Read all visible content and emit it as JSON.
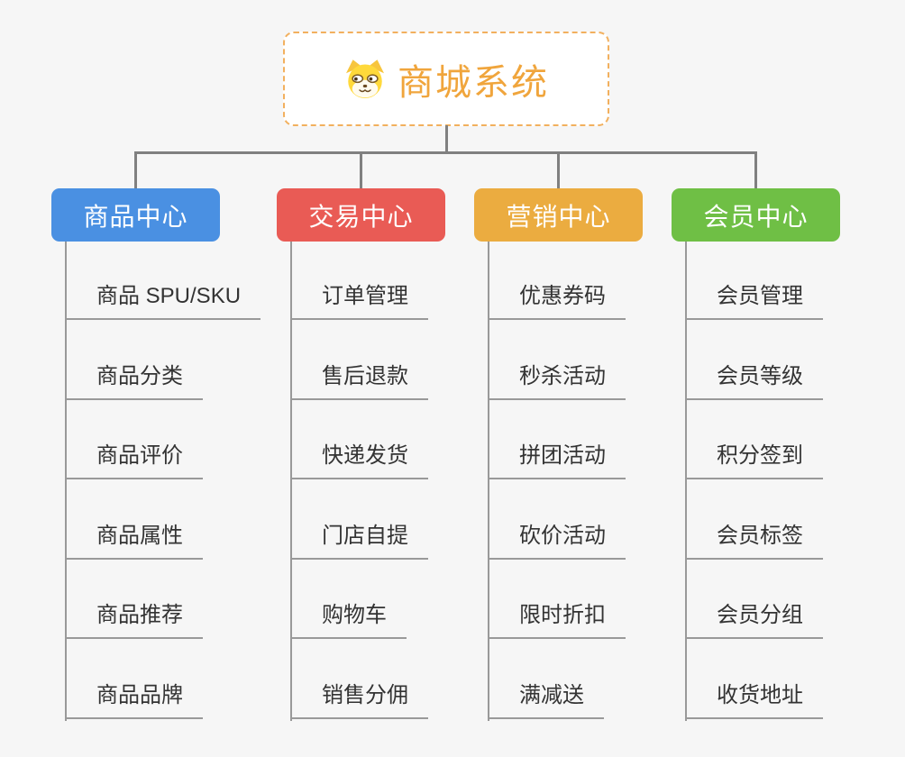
{
  "background_color": "#F6F6F6",
  "connector_color": "#808080",
  "subline_color": "#999999",
  "root": {
    "title": "商城系统",
    "icon": "dog-face-icon",
    "text_color": "#F0A53C",
    "border_color": "#F2B05E",
    "background": "#FFFFFF"
  },
  "branches": [
    {
      "label": "商品中心",
      "color": "#4A90E2",
      "items": [
        "商品 SPU/SKU",
        "商品分类",
        "商品评价",
        "商品属性",
        "商品推荐",
        "商品品牌"
      ]
    },
    {
      "label": "交易中心",
      "color": "#E95B55",
      "items": [
        "订单管理",
        "售后退款",
        "快递发货",
        "门店自提",
        "购物车",
        "销售分佣"
      ]
    },
    {
      "label": "营销中心",
      "color": "#EBAC40",
      "items": [
        "优惠券码",
        "秒杀活动",
        "拼团活动",
        "砍价活动",
        "限时折扣",
        "满减送"
      ]
    },
    {
      "label": "会员中心",
      "color": "#6FBF45",
      "items": [
        "会员管理",
        "会员等级",
        "积分签到",
        "会员标签",
        "会员分组",
        "收货地址"
      ]
    }
  ]
}
